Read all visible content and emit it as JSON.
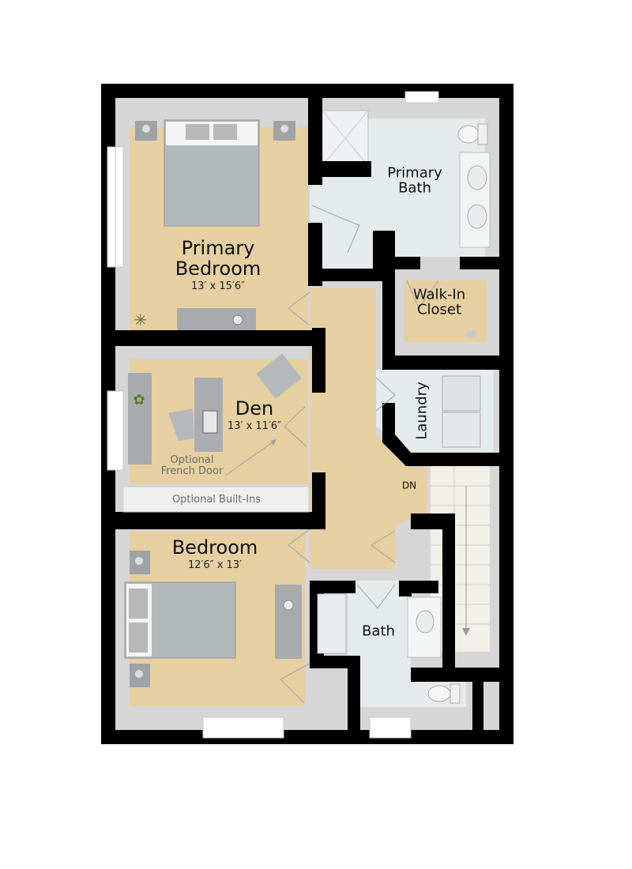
{
  "plan": {
    "colors": {
      "wall": "#000000",
      "trim": "#d6d6d6",
      "wood_floor": "#e6cfa1",
      "tile_floor": "#e4ebea",
      "stair": "#f1efe8",
      "furniture": "#a9adb0",
      "window": "#ffffff"
    },
    "rooms": [
      {
        "id": "primary-bedroom",
        "name": "Primary Bedroom",
        "name_line1": "Primary",
        "name_line2": "Bedroom",
        "dimensions": "13′ x 15′6″"
      },
      {
        "id": "primary-bath",
        "name": "Primary Bath",
        "name_line1": "Primary",
        "name_line2": "Bath"
      },
      {
        "id": "walk-in-closet",
        "name": "Walk-In Closet",
        "name_line1": "Walk-In",
        "name_line2": "Closet"
      },
      {
        "id": "den",
        "name": "Den",
        "dimensions": "13′ x 11′6″"
      },
      {
        "id": "laundry",
        "name": "Laundry"
      },
      {
        "id": "bedroom",
        "name": "Bedroom",
        "dimensions": "12′6″ x 13′"
      },
      {
        "id": "bath",
        "name": "Bath"
      }
    ],
    "annotations": {
      "french_door_line1": "Optional",
      "french_door_line2": "French Door",
      "built_ins": "Optional Built-Ins",
      "stairs": "DN"
    }
  }
}
